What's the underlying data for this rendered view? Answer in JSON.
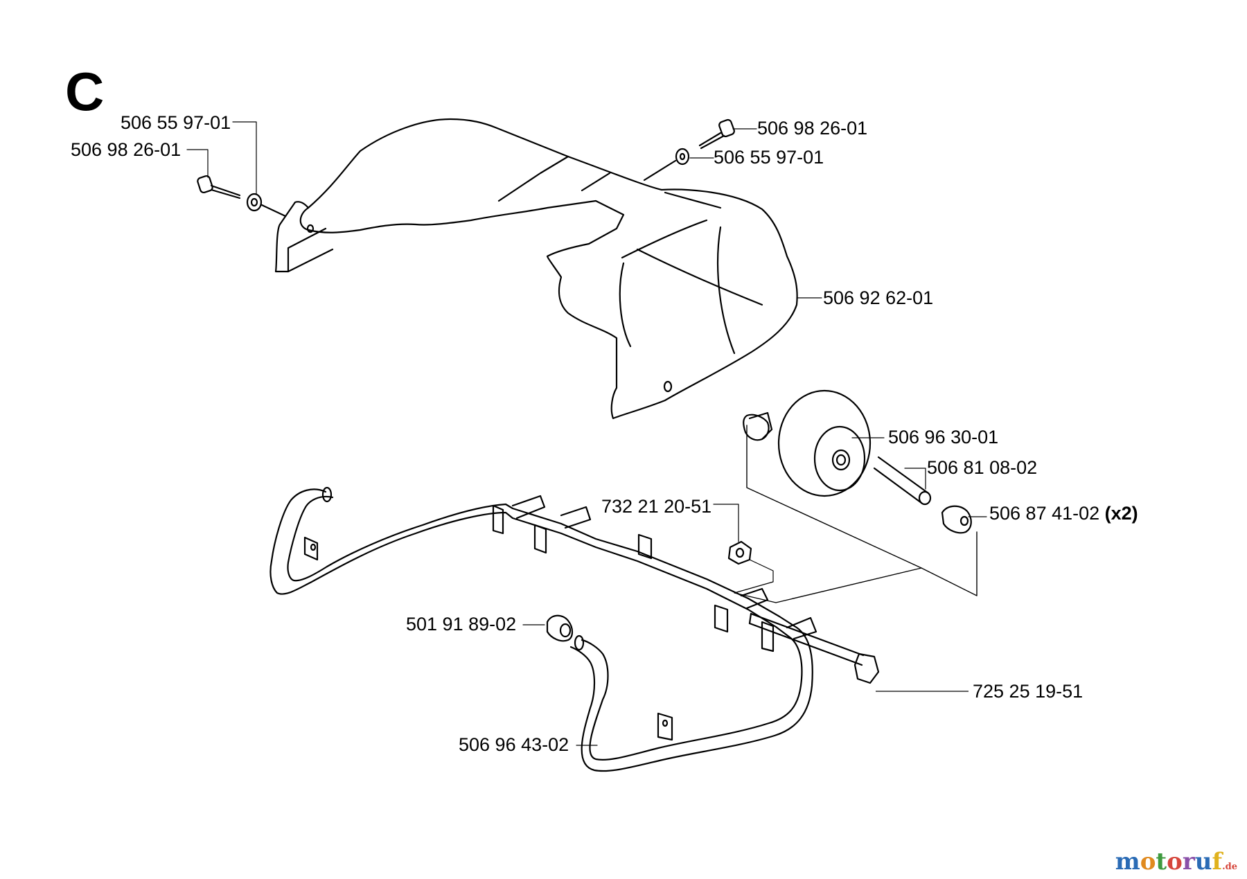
{
  "section": "C",
  "labels": {
    "shield_washer_left": "506 55 97-01",
    "shield_screw_left": "506 98 26-01",
    "shield_screw_right": "506 98 26-01",
    "shield_washer_right": "506 55 97-01",
    "shield": "506 92 62-01",
    "wheel": "506 96 30-01",
    "axle": "506 81 08-02",
    "spacer": "506 87 41-02",
    "spacer_qty": "(x2)",
    "locknut": "732 21 20-51",
    "bushing": "501 91 89-02",
    "bolt": "725 25 19-51",
    "guard_frame": "506 96 43-02"
  },
  "watermark": {
    "letters": [
      "m",
      "o",
      "t",
      "o",
      "r",
      "u",
      "f"
    ],
    "colors": [
      "#2a6bb5",
      "#e08a1e",
      "#3f9a3f",
      "#d6463c",
      "#8a4fa8",
      "#2a6bb5",
      "#e0b21e"
    ],
    "tld": ".de"
  }
}
